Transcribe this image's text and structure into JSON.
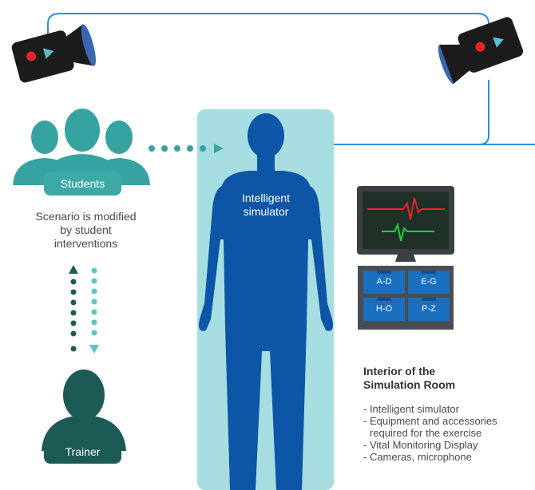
{
  "colors": {
    "background": "#ffffff",
    "bed": "#a6dde0",
    "simulator_body": "#0d55a6",
    "connection_line": "#2d8fd2",
    "students": "#37a3a0",
    "students_label_bg": "#3ca9a7",
    "trainer": "#1c5a56",
    "monitor_frame": "#3c3f44",
    "monitor_screen": "#1f3028",
    "ecg_red": "#e8242a",
    "ecg_green": "#22d13a",
    "drawer": "#1a6fbf",
    "camera_body": "#1c1c1c",
    "camera_indicator_red": "#e8242a",
    "camera_indicator_teal": "#5dbfc9",
    "camera_lens": "#3a68b0"
  },
  "icons": {
    "camera_left": "video-camera-icon",
    "camera_right": "video-camera-icon",
    "students": "people-group-icon",
    "trainer": "person-icon",
    "simulator": "human-body-icon",
    "monitor": "vital-monitor-icon",
    "cabinet": "drawer-cabinet-icon"
  },
  "students": {
    "label": "Students",
    "caption": [
      "Scenario is modified",
      "by student",
      "interventions"
    ]
  },
  "trainer": {
    "label": "Trainer"
  },
  "simulator": {
    "label": [
      "Intelligent",
      "simulator"
    ]
  },
  "cabinet": {
    "drawers": [
      "A-D",
      "E-G",
      "H-O",
      "P-Z"
    ]
  },
  "interior": {
    "title": [
      "Interior of the",
      "Simulation Room"
    ],
    "items": [
      "- Intelligent simulator",
      "- Equipment and accessories",
      "  required for the exercise",
      "- Vital Monitoring Display",
      "- Cameras, microphone"
    ]
  }
}
